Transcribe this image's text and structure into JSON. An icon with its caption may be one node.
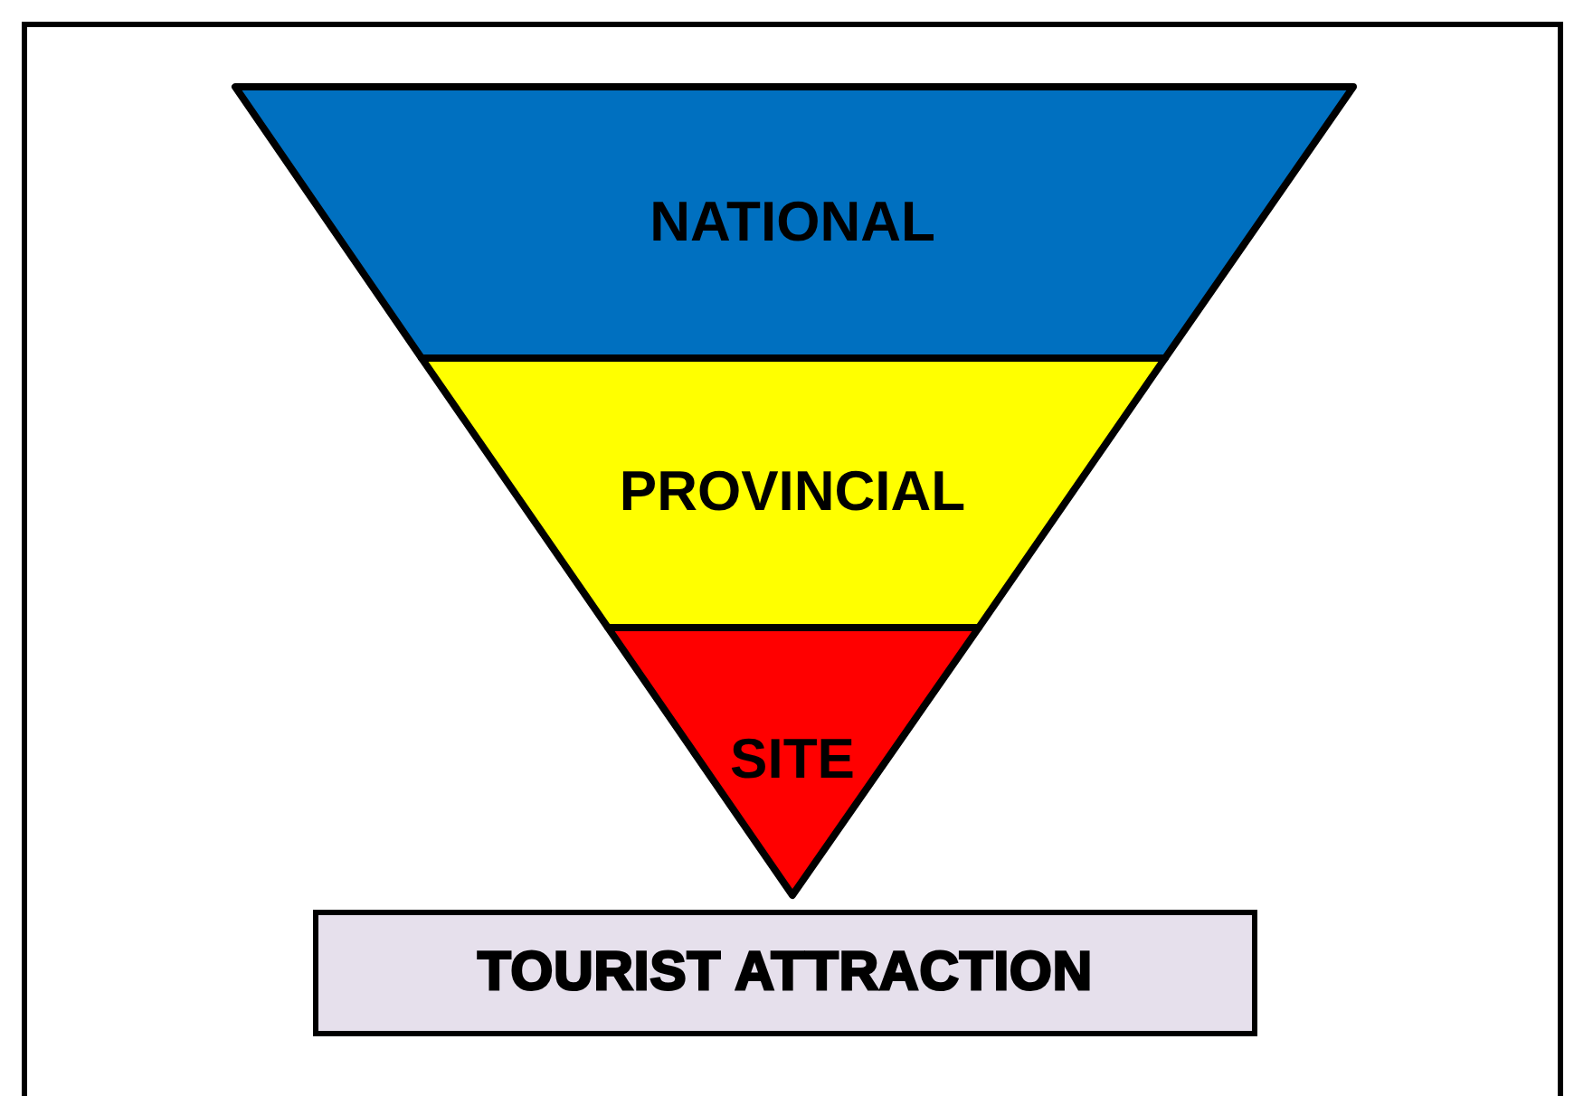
{
  "diagram": {
    "nodes": [
      {
        "text": [
          "NATIONAL"
        ]
      },
      {
        "text": [
          "PROVINCIAL"
        ]
      },
      {
        "text": [
          "SITE"
        ]
      },
      {
        "text": [
          "TOURIST ATTRACTION"
        ]
      }
    ]
  }
}
